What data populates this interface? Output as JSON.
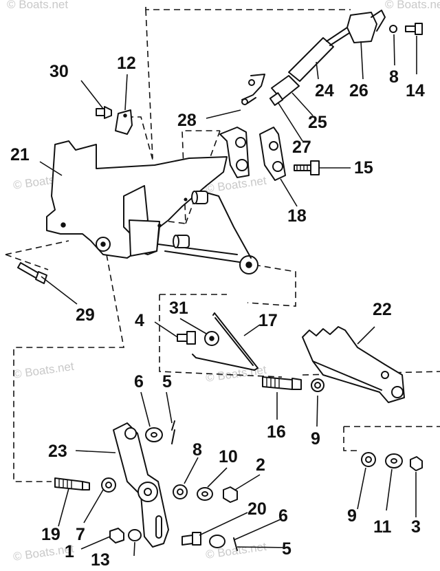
{
  "watermark": "© Boats.net",
  "callouts": [
    {
      "id": "1",
      "text": "1"
    },
    {
      "id": "2",
      "text": "2"
    },
    {
      "id": "3",
      "text": "3"
    },
    {
      "id": "4",
      "text": "4"
    },
    {
      "id": "5a",
      "text": "5"
    },
    {
      "id": "5b",
      "text": "5"
    },
    {
      "id": "6a",
      "text": "6"
    },
    {
      "id": "6b",
      "text": "6"
    },
    {
      "id": "7",
      "text": "7"
    },
    {
      "id": "8a",
      "text": "8"
    },
    {
      "id": "8b",
      "text": "8"
    },
    {
      "id": "9a",
      "text": "9"
    },
    {
      "id": "9b",
      "text": "9"
    },
    {
      "id": "10",
      "text": "10"
    },
    {
      "id": "11",
      "text": "11"
    },
    {
      "id": "12",
      "text": "12"
    },
    {
      "id": "13",
      "text": "13"
    },
    {
      "id": "14",
      "text": "14"
    },
    {
      "id": "15",
      "text": "15"
    },
    {
      "id": "16",
      "text": "16"
    },
    {
      "id": "17",
      "text": "17"
    },
    {
      "id": "18",
      "text": "18"
    },
    {
      "id": "19",
      "text": "19"
    },
    {
      "id": "20",
      "text": "20"
    },
    {
      "id": "21",
      "text": "21"
    },
    {
      "id": "22",
      "text": "22"
    },
    {
      "id": "23",
      "text": "23"
    },
    {
      "id": "24",
      "text": "24"
    },
    {
      "id": "25",
      "text": "25"
    },
    {
      "id": "26",
      "text": "26"
    },
    {
      "id": "27",
      "text": "27"
    },
    {
      "id": "28",
      "text": "28"
    },
    {
      "id": "29",
      "text": "29"
    },
    {
      "id": "30",
      "text": "30"
    },
    {
      "id": "31",
      "text": "31"
    }
  ]
}
